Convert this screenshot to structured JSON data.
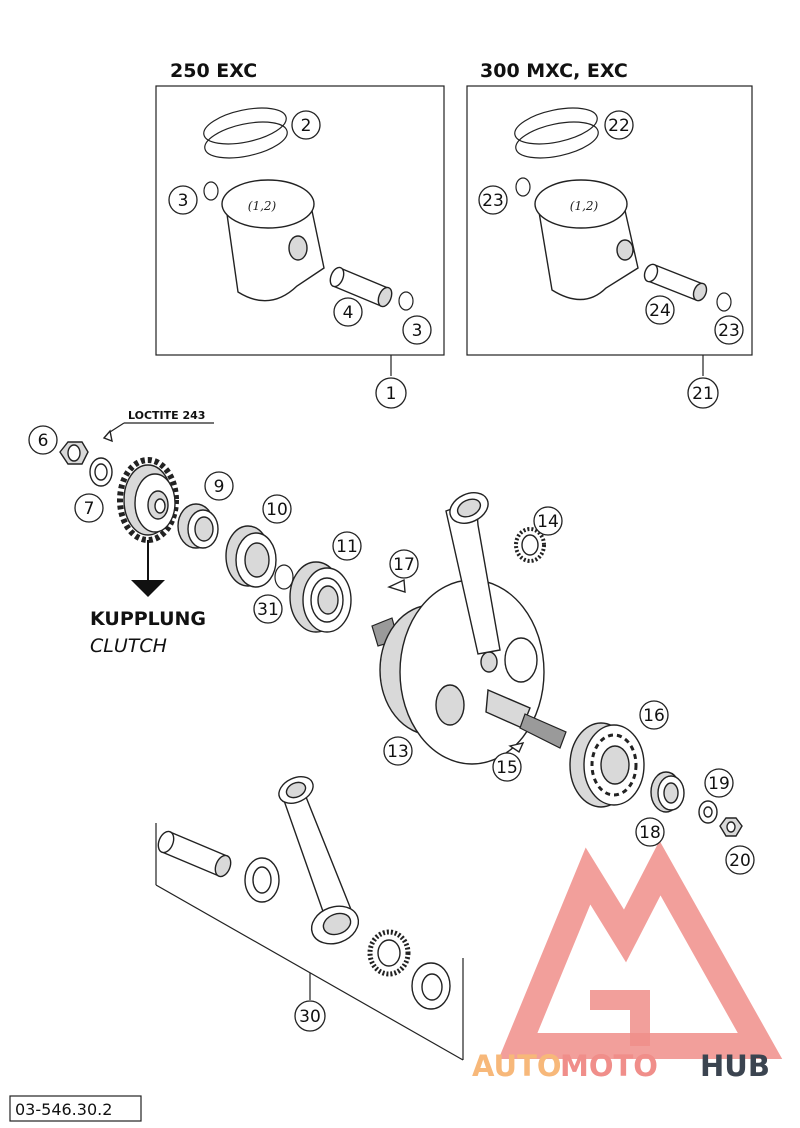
{
  "headers": {
    "left_box": "250 EXC",
    "right_box": "300 MXC, EXC"
  },
  "annotations": {
    "loctite": "LOCTITE 243",
    "kupplung": "KUPPLUNG",
    "clutch": "CLUTCH"
  },
  "piston_marking": "(1,2)",
  "drawing_code": "03-546.30.2",
  "watermark": {
    "part_auto": "AUTO",
    "part_moto": "MOTO",
    "part_hub": "HUB",
    "color_pink": "#f08e8a",
    "color_orange": "#f7b87a",
    "color_dark": "#3b4450"
  },
  "callouts": {
    "c1": "1",
    "c2": "2",
    "c3a": "3",
    "c3b": "3",
    "c4": "4",
    "c6": "6",
    "c7": "7",
    "c9": "9",
    "c10": "10",
    "c11": "11",
    "c13": "13",
    "c14": "14",
    "c15": "15",
    "c16": "16",
    "c17": "17",
    "c18": "18",
    "c19": "19",
    "c20": "20",
    "c21": "21",
    "c22": "22",
    "c23a": "23",
    "c23b": "23",
    "c24": "24",
    "c30": "30",
    "c31": "31"
  }
}
